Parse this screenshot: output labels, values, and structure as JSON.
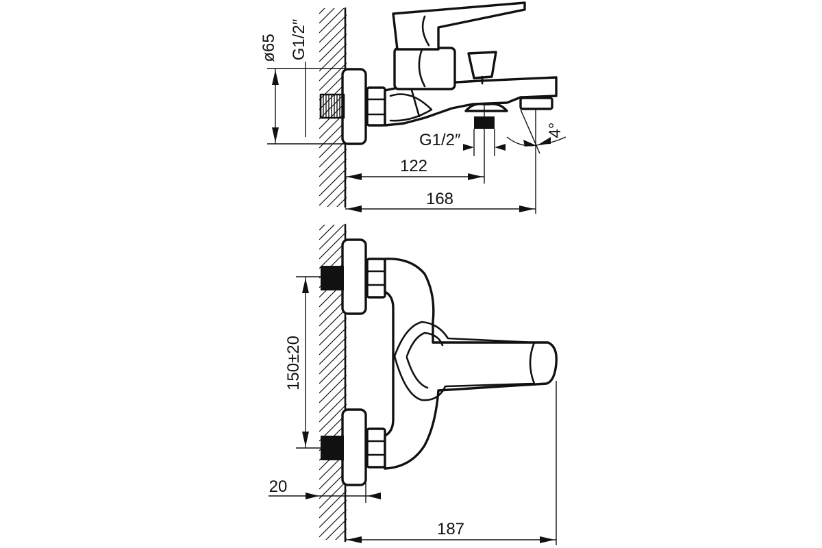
{
  "dimensions": {
    "diameter_label": "ø65",
    "thread_top_label": "G1/2″",
    "thread_outlet_label": "G1/2″",
    "angle_label": "4°",
    "spout_outlet_distance": "122",
    "overall_depth_top": "168",
    "wall_centers_label": "150±20",
    "escutcheon_depth": "20",
    "overall_depth_bottom": "187"
  },
  "views": [
    "side-view",
    "top-view"
  ]
}
